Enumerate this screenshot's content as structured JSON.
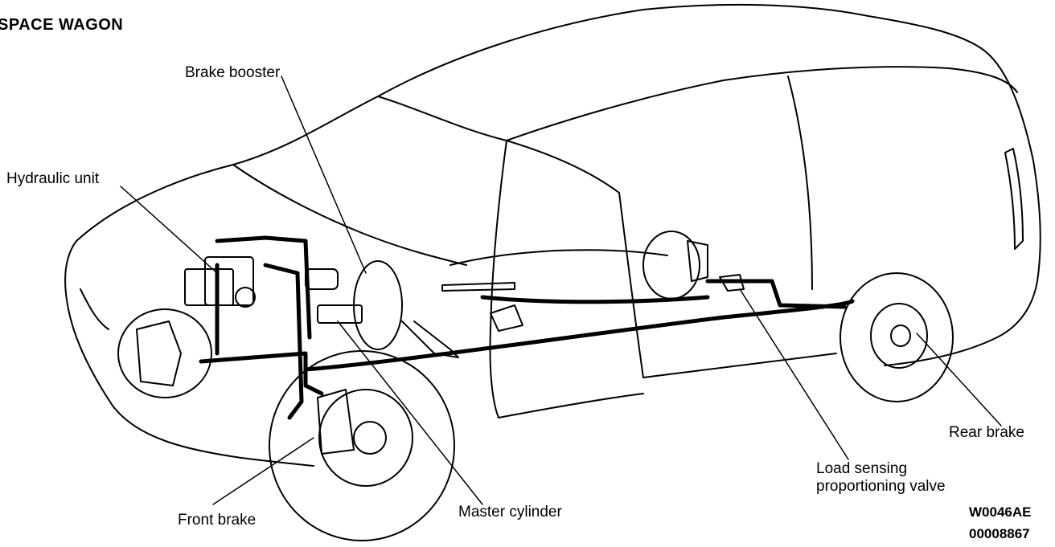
{
  "title": "SPACE  WAGON",
  "labels": {
    "brake_booster": "Brake booster",
    "hydraulic_unit": "Hydraulic unit",
    "front_brake": "Front brake",
    "master_cylinder": "Master cylinder",
    "rear_brake": "Rear brake",
    "load_sensing_line1": "Load sensing",
    "load_sensing_line2": "proportioning valve"
  },
  "codes": {
    "figure_code": "W0046AE",
    "figure_number": "00008867"
  }
}
